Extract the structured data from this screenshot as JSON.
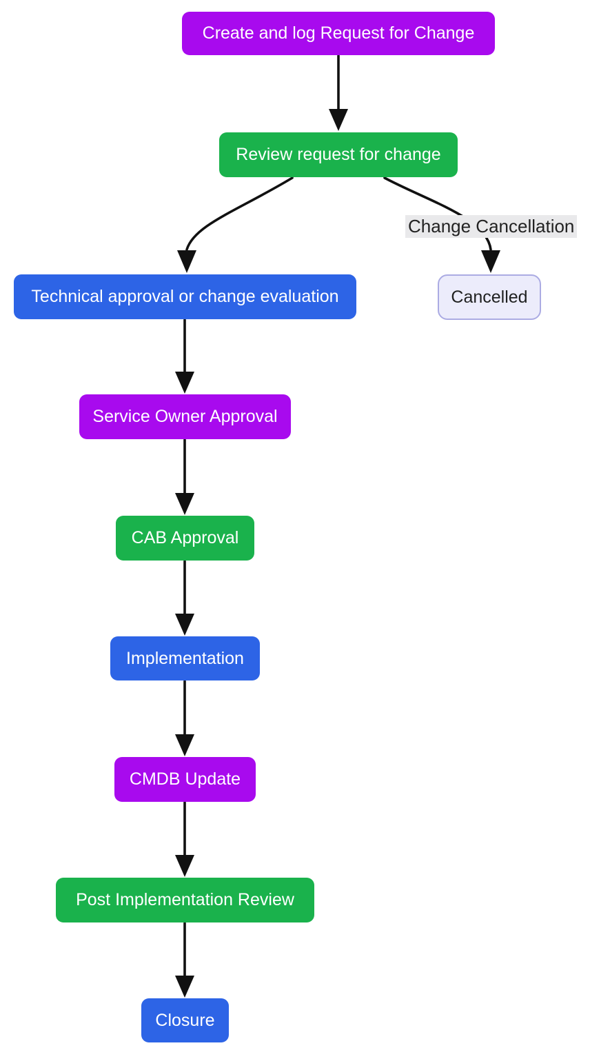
{
  "diagram": {
    "background": "#ffffff",
    "arrow_color": "#111111",
    "palette": {
      "purple": "#A80AEE",
      "green": "#1AB24C",
      "blue": "#2D64E6",
      "cancelled_fill": "#ECECFB",
      "cancelled_border": "#ABABE3",
      "node_text": "#ffffff",
      "cancelled_text": "#1F2020",
      "edge_label_bg": "#E9E9EB",
      "edge_label_text": "#222222"
    },
    "nodes": [
      {
        "id": "create",
        "label": "Create and log Request for Change",
        "fill": "#A80AEE"
      },
      {
        "id": "review",
        "label": "Review request for change",
        "fill": "#1AB24C"
      },
      {
        "id": "technical",
        "label": "Technical approval or change evaluation",
        "fill": "#2D64E6"
      },
      {
        "id": "cancelled",
        "label": "Cancelled",
        "fill": "#ECECFB"
      },
      {
        "id": "service_owner",
        "label": "Service Owner Approval",
        "fill": "#A80AEE"
      },
      {
        "id": "cab",
        "label": "CAB Approval",
        "fill": "#1AB24C"
      },
      {
        "id": "implementation",
        "label": "Implementation",
        "fill": "#2D64E6"
      },
      {
        "id": "cmdb",
        "label": "CMDB Update",
        "fill": "#A80AEE"
      },
      {
        "id": "pir",
        "label": "Post Implementation Review",
        "fill": "#1AB24C"
      },
      {
        "id": "closure",
        "label": "Closure",
        "fill": "#2D64E6"
      }
    ],
    "edges": [
      {
        "from": "create",
        "to": "review",
        "label": ""
      },
      {
        "from": "review",
        "to": "technical",
        "label": ""
      },
      {
        "from": "review",
        "to": "cancelled",
        "label": "Change Cancellation"
      },
      {
        "from": "technical",
        "to": "service_owner",
        "label": ""
      },
      {
        "from": "service_owner",
        "to": "cab",
        "label": ""
      },
      {
        "from": "cab",
        "to": "implementation",
        "label": ""
      },
      {
        "from": "implementation",
        "to": "cmdb",
        "label": ""
      },
      {
        "from": "cmdb",
        "to": "pir",
        "label": ""
      },
      {
        "from": "pir",
        "to": "closure",
        "label": ""
      }
    ]
  }
}
